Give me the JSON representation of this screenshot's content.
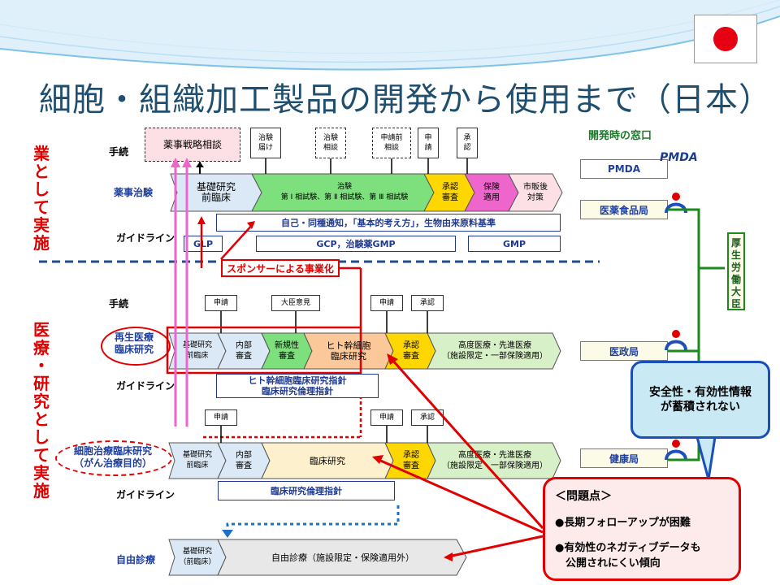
{
  "title": "細胞・組織加工製品の開発から使用まで（日本）",
  "flag_icon": "japan-flag-icon",
  "left_labels": {
    "industry": "業として実施",
    "medical": "医療・研究として実施"
  },
  "window_header": "開発時の窓口",
  "section1": {
    "tetsuzuki": "手続",
    "row_label": "薬事治験",
    "guideline_label": "ガイドライン",
    "consult": "薬事戦略相談",
    "proc_boxes": [
      "治験\n届け",
      "治験\n相談",
      "申請前\n相談",
      "申\n請",
      "承\n認"
    ],
    "stages": [
      "基礎研究\n前臨床",
      "治験\n第 Ⅰ 相試験、第 Ⅱ 相試験、第 Ⅲ 相試験",
      "承認\n審査",
      "保険\n適用",
      "市販後\n対策"
    ],
    "guide_top": "自己・同種通知，「基本的考え方」，生物由来原料基準",
    "guide_glp": "GLP",
    "guide_gcp": "GCP，治験薬GMP",
    "guide_gmp": "GMP",
    "sponsor": "スポンサーによる事業化"
  },
  "section2": {
    "tetsuzuki": "手続",
    "row_label": "再生医療\n臨床研究",
    "guideline_label": "ガイドライン",
    "proc_boxes": [
      "申請",
      "大臣意見",
      "申請",
      "承認"
    ],
    "stages": [
      "基礎研究\n前臨床",
      "内部\n審査",
      "新規性\n審査",
      "ヒト幹細胞\n臨床研究",
      "承認\n審査",
      "高度医療・先進医療\n（施設限定・一部保険適用）"
    ],
    "guide": [
      "ヒト幹細胞臨床研究指針",
      "臨床研究倫理指針"
    ]
  },
  "section3": {
    "row_label": "細胞治療臨床研究\n（がん治療目的）",
    "guideline_label": "ガイドライン",
    "proc_boxes": [
      "申請",
      "申請",
      "承認"
    ],
    "stages": [
      "基礎研究\n前臨床",
      "内部\n審査",
      "臨床研究",
      "承認\n審査",
      "高度医療・先進医療\n（施設限定・一部保険適用）"
    ],
    "guide": "臨床研究倫理指針"
  },
  "section4": {
    "row_label": "自由診療",
    "stages": [
      "基礎研究\n（前臨床）",
      "自由診療（施設限定・保険適用外）"
    ]
  },
  "agencies": {
    "pmda": "PMDA",
    "pmda_logo": "PMDA",
    "pharma": "医薬食品局",
    "health_policy": "医政局",
    "health": "健康局",
    "ministry": "厚生労働大臣"
  },
  "callout": "安全性・有効性情報\nが蓄積されない",
  "problem": {
    "header": "＜問題点＞",
    "items": [
      "●長期フォローアップが困難",
      "●有効性のネガティブデータも\n　公開されにくい傾向"
    ]
  },
  "colors": {
    "title": "#1f4e6e",
    "red": "#e00000",
    "blue_stage": "#dbe8f5",
    "green": "#7de07d",
    "yellow": "#ffd700",
    "magenta": "#ee66cc",
    "pink": "#fde0e6",
    "orange": "#fbc89a",
    "light_green": "#d8f0c8"
  }
}
